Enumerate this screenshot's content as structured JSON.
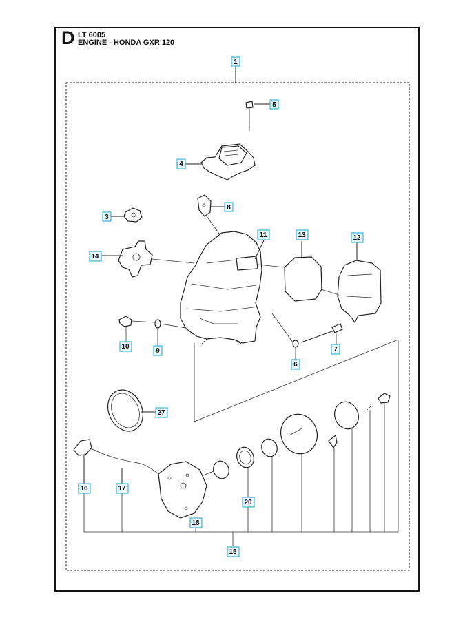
{
  "header": {
    "section_letter": "D",
    "model": "LT 6005",
    "title": "ENGINE - HONDA GXR 120"
  },
  "callouts": [
    "1",
    "5",
    "4",
    "3",
    "8",
    "11",
    "13",
    "12",
    "14",
    "10",
    "9",
    "6",
    "7",
    "27",
    "16",
    "17",
    "20",
    "18",
    "15"
  ]
}
